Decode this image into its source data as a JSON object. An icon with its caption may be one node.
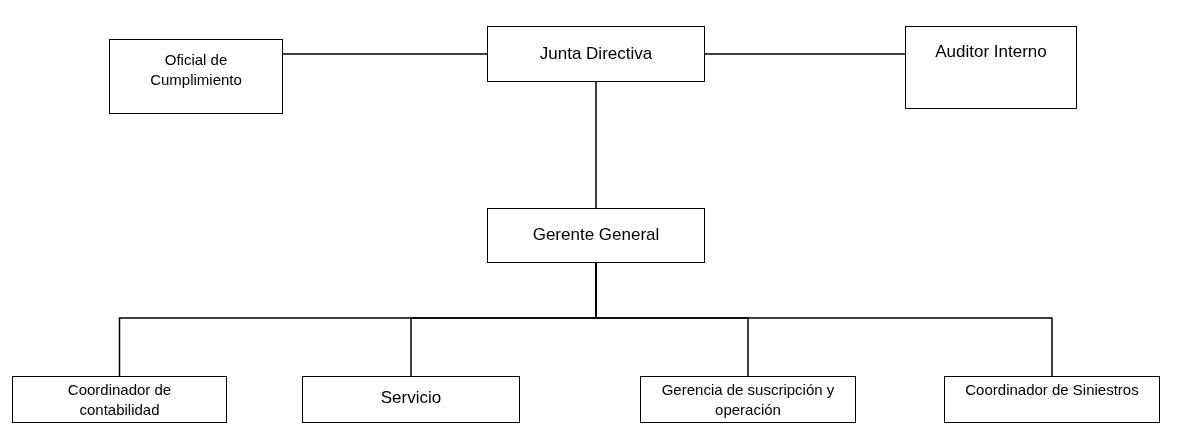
{
  "diagram": {
    "nodes": [
      {
        "text": [
          "Oficial de Cumplimiento"
        ]
      },
      {
        "text": [
          "Junta Directiva"
        ]
      },
      {
        "text": [
          "Auditor Interno"
        ]
      },
      {
        "text": [
          "Gerente General"
        ]
      },
      {
        "text": [
          "Coordinador de contabilidad"
        ]
      },
      {
        "text": [
          "Servicio"
        ]
      },
      {
        "text": [
          "Gerencia de suscripción y operación"
        ]
      },
      {
        "text": [
          "Coordinador de Siniestros"
        ]
      }
    ],
    "edges": [
      {
        "from": 1,
        "to": 0,
        "arrow": "none"
      },
      {
        "from": 1,
        "to": 2,
        "arrow": "none"
      },
      {
        "from": 1,
        "to": 3,
        "arrow": "none"
      },
      {
        "from": 3,
        "to": 4,
        "arrow": "none"
      },
      {
        "from": 3,
        "to": 5,
        "arrow": "none"
      },
      {
        "from": 3,
        "to": 6,
        "arrow": "none"
      },
      {
        "from": 3,
        "to": 7,
        "arrow": "none"
      }
    ]
  }
}
